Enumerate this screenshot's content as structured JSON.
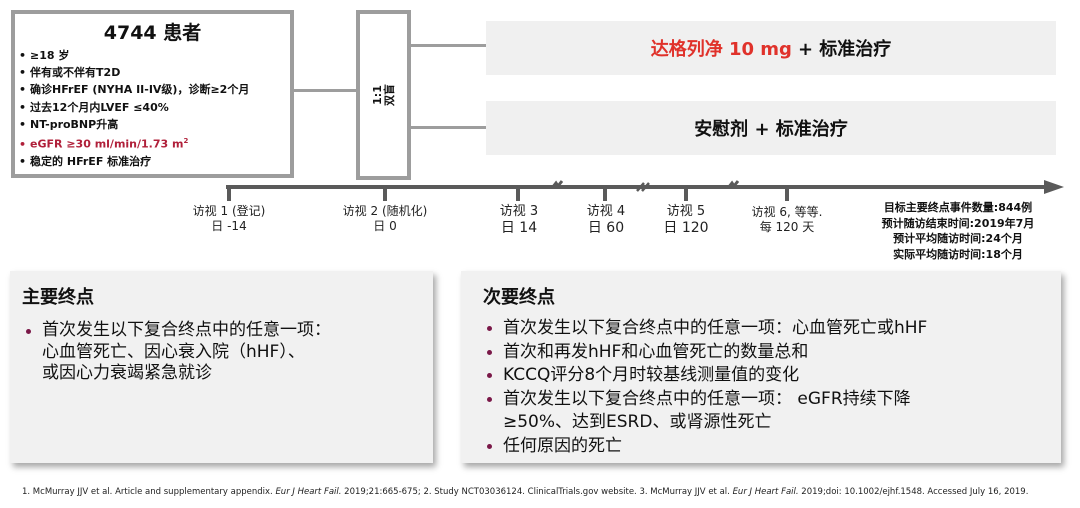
{
  "patients": {
    "title": "4744 患者",
    "criteria": [
      {
        "text": "≥18 岁",
        "highlight": false
      },
      {
        "text": "伴有或不伴有T2D",
        "highlight": false
      },
      {
        "text": "确诊HFrEF (NYHA II-IV级)，诊断≥2个月",
        "highlight": false
      },
      {
        "text": "过去12个月内LVEF ≤40%",
        "highlight": false
      },
      {
        "text": "NT-proBNP升高",
        "highlight": false
      },
      {
        "text": "eGFR ≥30 ml/min/1.73 m",
        "sup": "2",
        "highlight": true
      },
      {
        "text": "稳定的 HFrEF 标准治疗",
        "highlight": false
      }
    ],
    "highlight_color": "#b0203a"
  },
  "randomization": {
    "ratio": "1:1",
    "blinding": "双盲"
  },
  "arms": [
    {
      "drug": "达格列净 10 mg",
      "rest": "+ 标准治疗",
      "drug_color": "#e0322b"
    },
    {
      "drug": "",
      "rest": "安慰剂 + 标准治疗",
      "drug_color": "#111111"
    }
  ],
  "timeline": {
    "visits": [
      {
        "label": "访视 1 (登记)",
        "day": "日 -14"
      },
      {
        "label": "访视 2 (随机化)",
        "day": "日 0"
      },
      {
        "label": "访视 3",
        "day": "日 14"
      },
      {
        "label": "访视 4",
        "day": "日 60"
      },
      {
        "label": "访视 5",
        "day": "日 120"
      },
      {
        "label": "访视 6, 等等.",
        "day": "每 120 天"
      }
    ],
    "stats": [
      "目标主要终点事件数量:844例",
      "预计随访结束时间:2019年7月",
      "预计平均随访时间:24个月",
      "实际平均随访时间:18个月"
    ]
  },
  "primary_endpoint": {
    "title": "主要终点",
    "items": [
      "首次发生以下复合终点中的任意一项：心血管死亡、因心衰入院（hHF）、或因心力衰竭紧急就诊"
    ],
    "lines": [
      "首次发生以下复合终点中的任意一项：",
      "心血管死亡、因心衰入院（hHF）、",
      "或因心力衰竭紧急就诊"
    ]
  },
  "secondary_endpoint": {
    "title": "次要终点",
    "items": [
      "首次发生以下复合终点中的任意一项：心血管死亡或hHF",
      "首次和再发hHF和心血管死亡的数量总和",
      "KCCQ评分8个月时较基线测量值的变化",
      "首次发生以下复合终点中的任意一项： eGFR持续下降≥50%、达到ESRD、或肾源性死亡",
      "任何原因的死亡"
    ],
    "item4_line1": "首次发生以下复合终点中的任意一项： eGFR持续下降",
    "item4_line2": "≥50%、达到ESRD、或肾源性死亡",
    "bullet_color": "#7a1848"
  },
  "footnote": {
    "p1": "1. McMurray JJV et al. Article and supplementary appendix. ",
    "j1": "Eur J Heart Fail.",
    "p2": " 2019;21:665-675; 2. Study NCT03036124. ClinicalTrials.gov website. 3. McMurray JJV et al. ",
    "j2": "Eur J Heart Fail.",
    "p3": " 2019;doi: 10.1002/ejhf.1548. Accessed July 16, 2019."
  }
}
